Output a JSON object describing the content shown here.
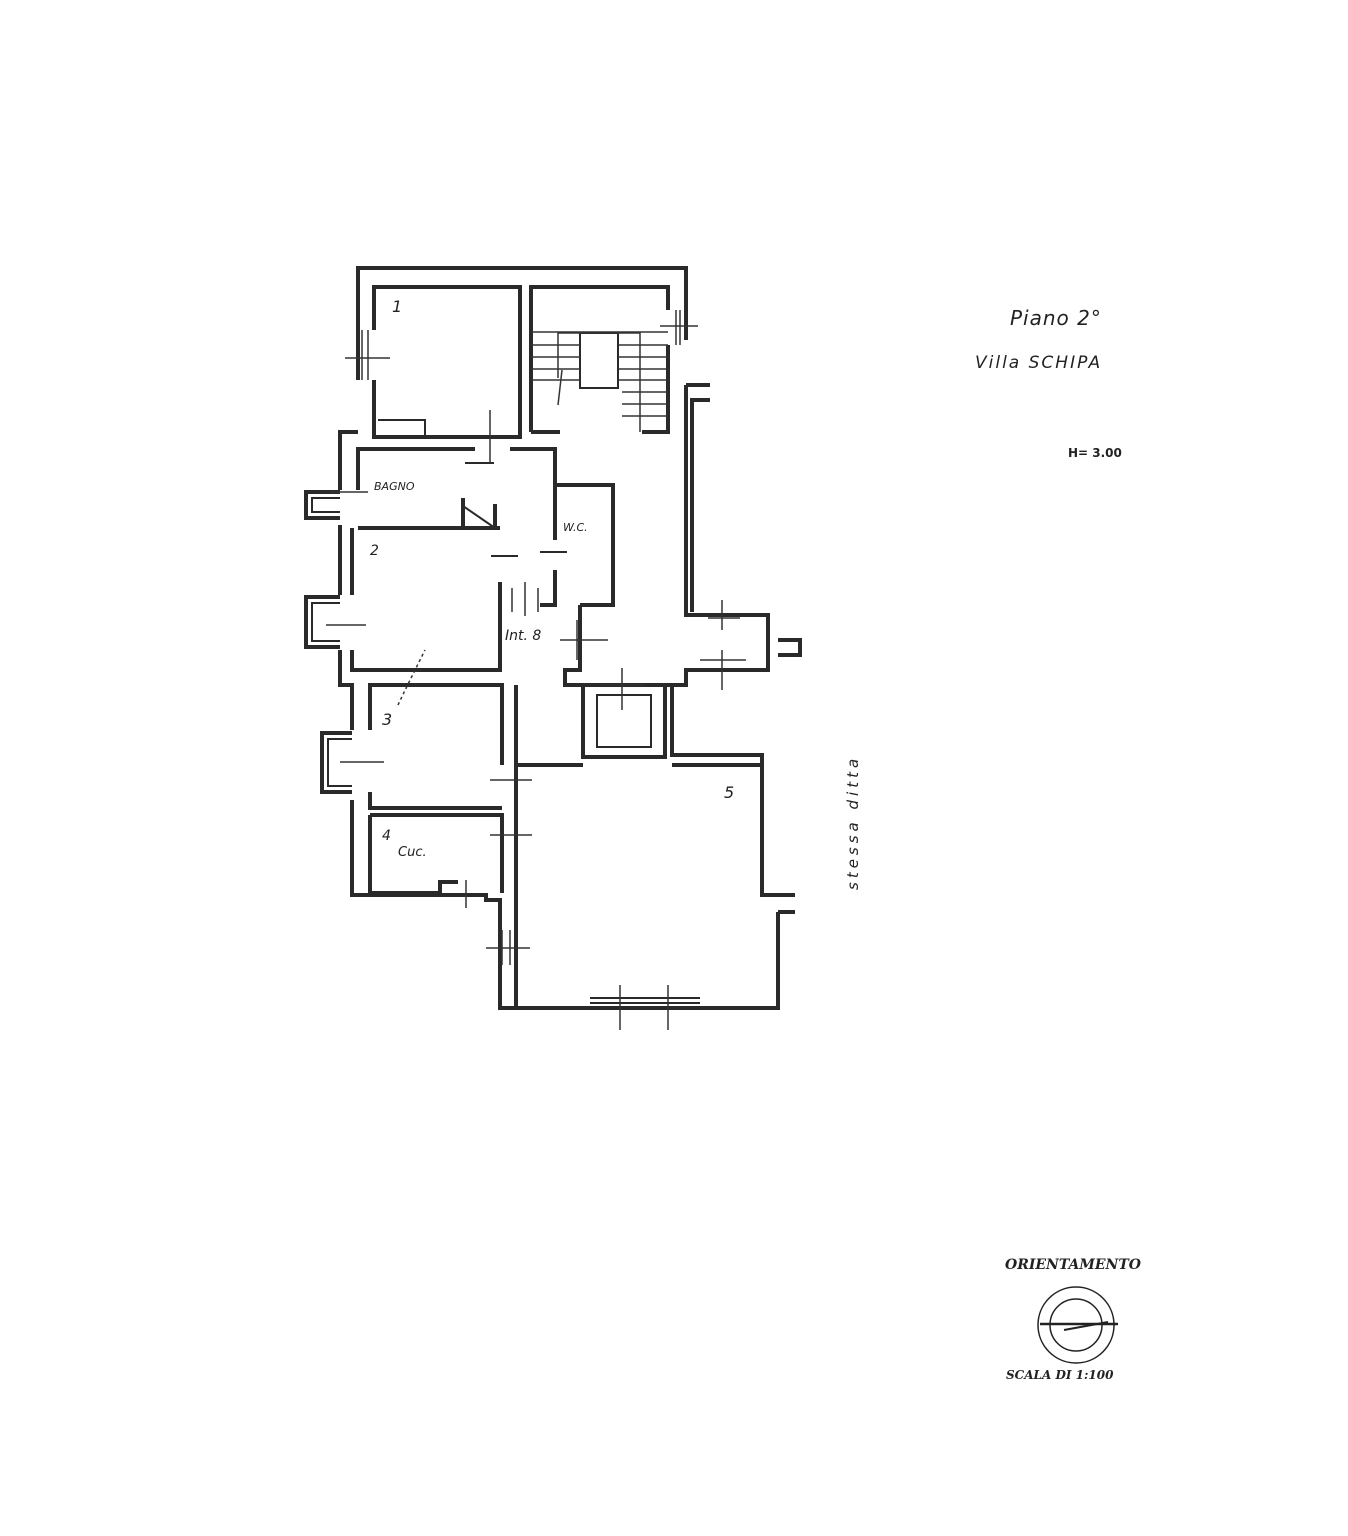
{
  "title": {
    "floor": "Piano 2°",
    "building": "Villa SCHIPA",
    "height": "H= 3.00"
  },
  "rooms": {
    "room1": "1",
    "bagno": "BAGNO",
    "wc": "W.C.",
    "room2": "2",
    "unit": "Int. 8",
    "room3": "3",
    "room4": "4",
    "cucina": "Cuc.",
    "room5": "5"
  },
  "side_note": "stessa ditta",
  "legend": {
    "orientation_label": "ORIENTAMENTO",
    "scale_label": "SCALA DI 1:100"
  }
}
